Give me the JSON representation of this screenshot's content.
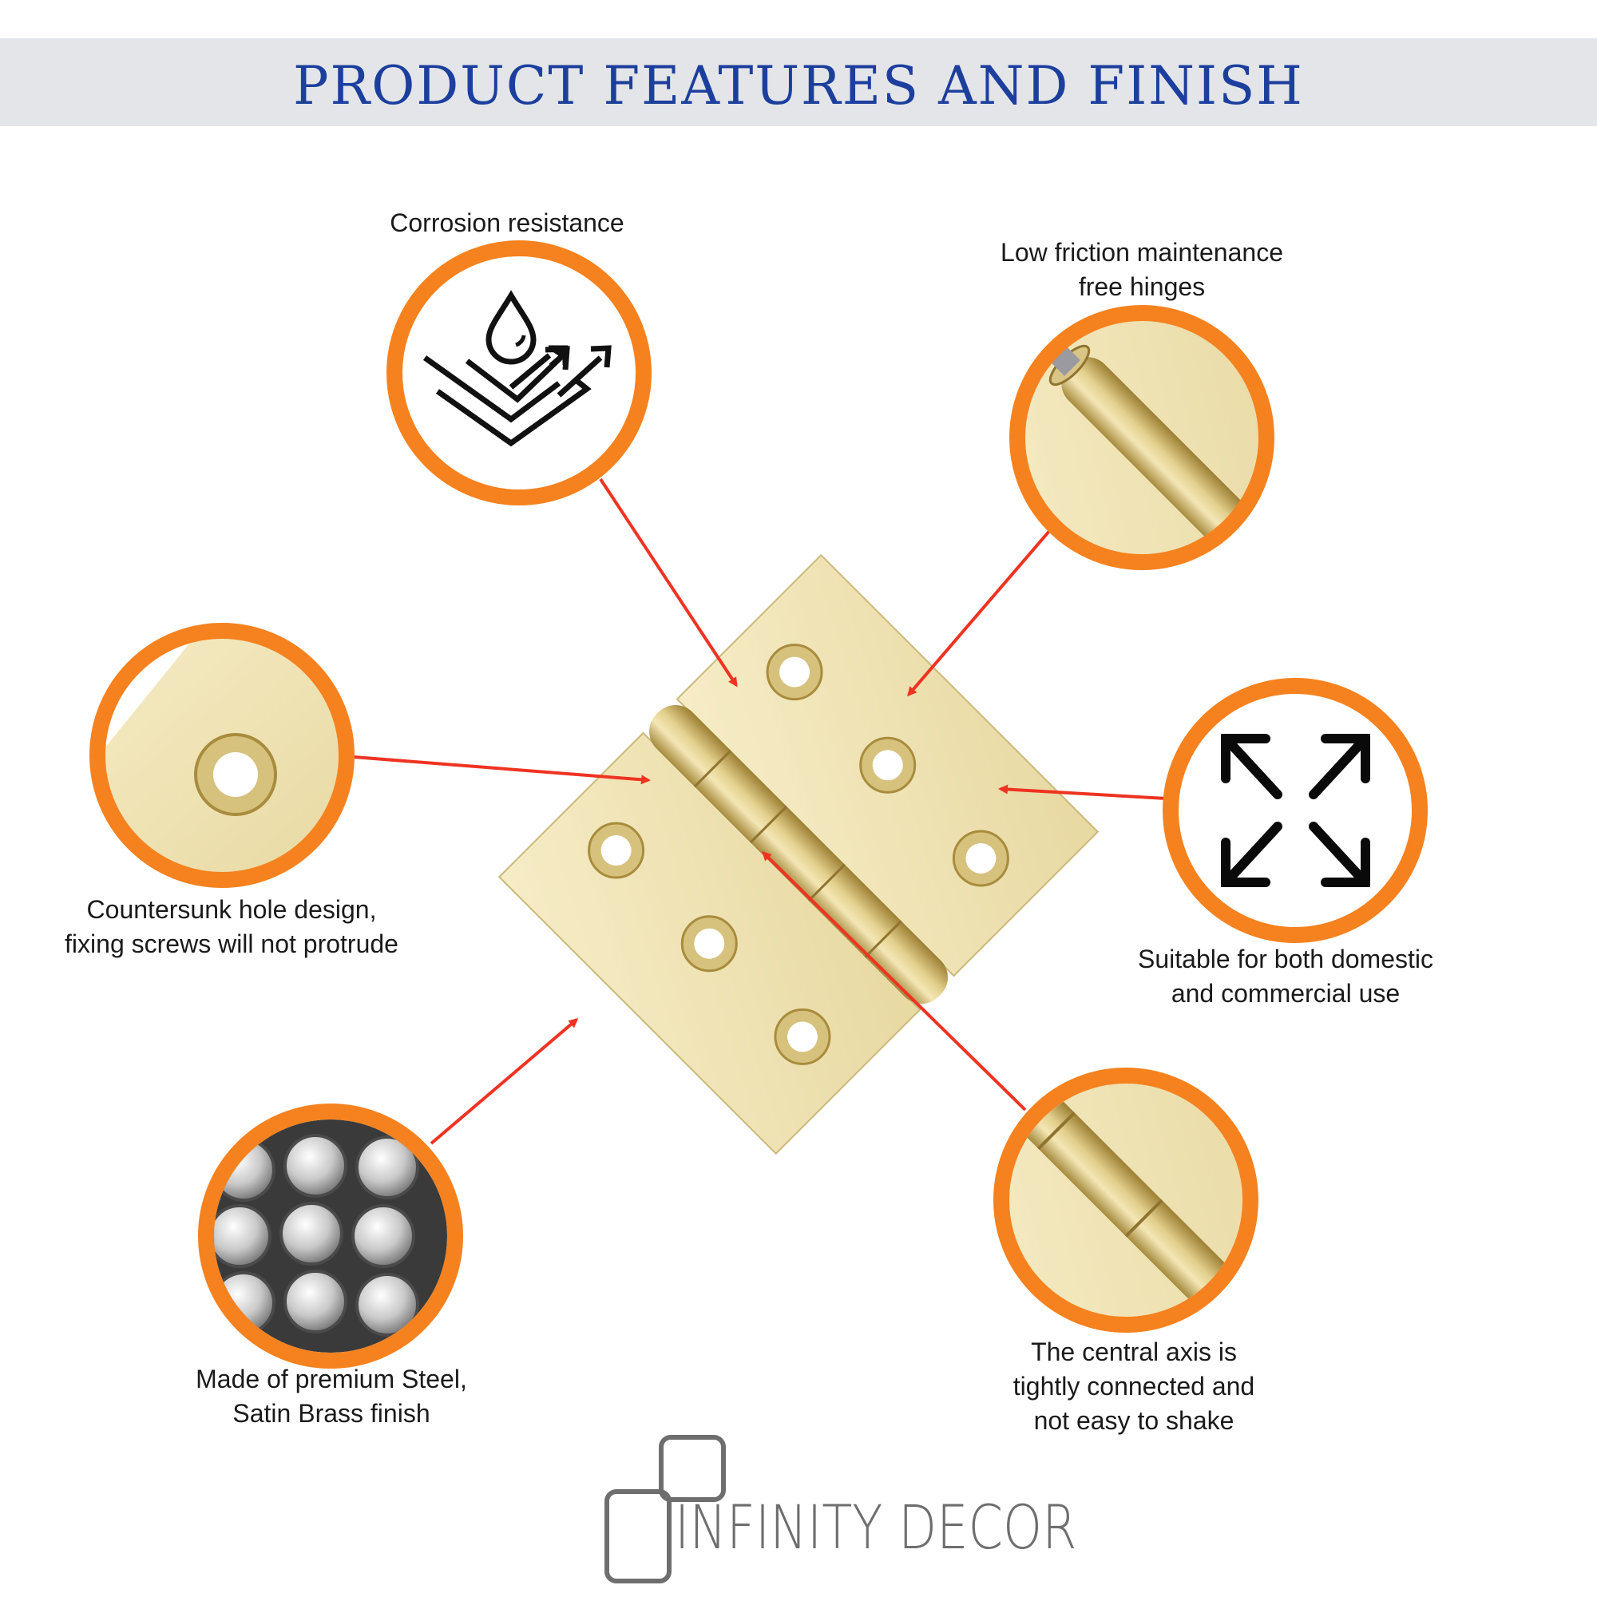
{
  "header": {
    "title": "PRODUCT FEATURES AND FINISH"
  },
  "features": {
    "corrosion": "Corrosion resistance",
    "low_friction_1": "Low friction maintenance",
    "low_friction_2": "free hinges",
    "countersunk_1": "Countersunk hole design,",
    "countersunk_2": "fixing screws will not protrude",
    "suitable_1": "Suitable for both domestic",
    "suitable_2": "and commercial use",
    "steel_1": "Made of premium Steel,",
    "steel_2": "Satin Brass finish",
    "axis_1": "The central axis is",
    "axis_2": "tightly connected and",
    "axis_3": "not easy to shake"
  },
  "brand": {
    "name": "INFINITY DECOR"
  },
  "colors": {
    "title": "#1c3f9e",
    "banner": "#e3e5e8",
    "ring": "#f5821f",
    "arrow": "#ee3322",
    "brass": "#efe2b4"
  },
  "icons": [
    "water-resistance-icon",
    "expand-arrows-icon",
    "steel-rods-icon",
    "brand-logo-icon"
  ]
}
